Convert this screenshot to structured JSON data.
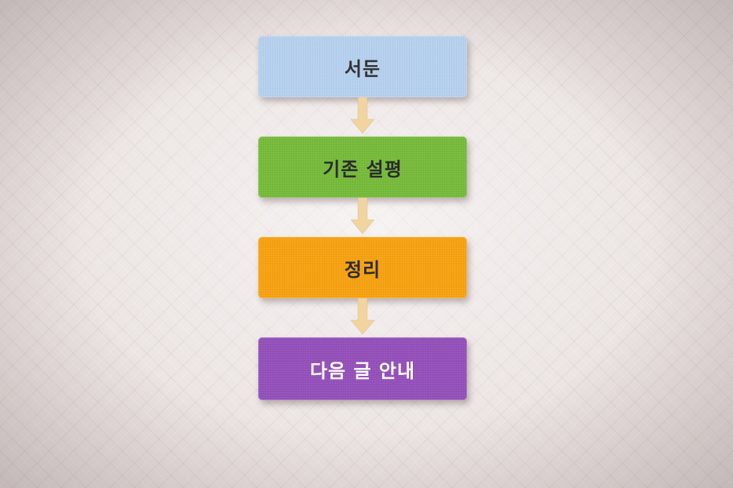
{
  "diagram": {
    "steps": [
      {
        "label": "서둔",
        "color": "#b6d1ef",
        "text_color": "#333333"
      },
      {
        "label": "기존 설평",
        "color": "#76bb3a",
        "text_color": "#2b2b2b"
      },
      {
        "label": "정리",
        "color": "#f8a211",
        "text_color": "#2b2b2b"
      },
      {
        "label": "다음 글 안내",
        "color": "#9450ba",
        "text_color": "#ffffff"
      }
    ],
    "arrow_color": "#f2d49f"
  }
}
